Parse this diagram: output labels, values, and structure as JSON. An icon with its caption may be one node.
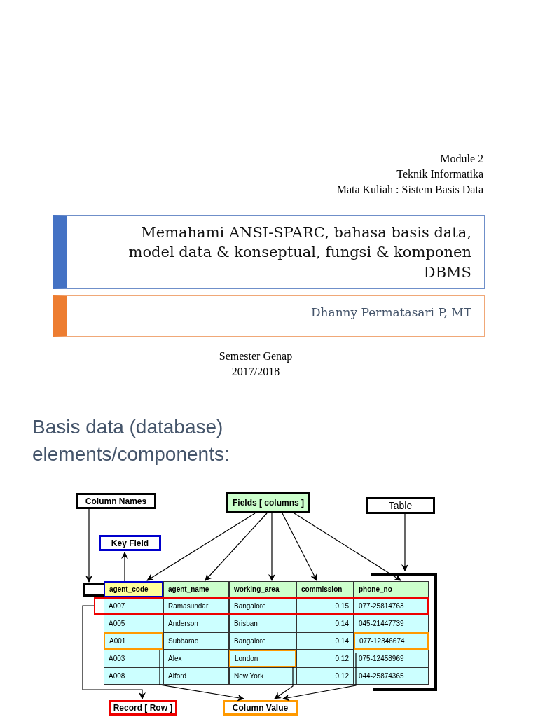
{
  "diagram": {
    "nodes": [
      {
        "text": [
          "Memahami ANSI-SPARC, bahasa basis data, model data & konseptual, fungsi & komponen DBMS"
        ]
      },
      {
        "text": [
          "Dhanny Permatasari P, MT"
        ]
      },
      {
        "text": [
          "Column Names"
        ]
      },
      {
        "text": [
          "Fields [ columns ]"
        ]
      },
      {
        "text": [
          "Table"
        ]
      },
      {
        "text": [
          "Key Field"
        ]
      },
      {
        "text": [],
        "shape": "box"
      },
      {
        "text": [],
        "shape": "box",
        "in": 6
      },
      {
        "text": [
          "agent_code"
        ],
        "in": 7
      },
      {
        "text": [
          "agent_name"
        ],
        "in": 7
      },
      {
        "text": [
          "working_area"
        ],
        "in": 7
      },
      {
        "text": [
          "commission"
        ],
        "in": 7
      },
      {
        "text": [
          "phone_no"
        ],
        "in": 7
      },
      {
        "text": [],
        "shape": "box",
        "in": 6
      },
      {
        "text": [
          "A001"
        ],
        "in": 6
      },
      {
        "text": [
          "London"
        ],
        "in": 6
      },
      {
        "text": [
          "077-12346674"
        ],
        "in": 6
      },
      {
        "text": [
          "Record [ Row ]"
        ]
      },
      {
        "text": [
          "Column Value"
        ]
      }
    ],
    "edges": [
      {
        "from": 2,
        "to": 7,
        "arrow": "to"
      },
      {
        "from": 3,
        "to": 8,
        "arrow": "to"
      },
      {
        "from": 3,
        "to": 9,
        "arrow": "to"
      },
      {
        "from": 3,
        "to": 10,
        "arrow": "to"
      },
      {
        "from": 3,
        "to": 11,
        "arrow": "to"
      },
      {
        "from": 3,
        "to": 12,
        "arrow": "to"
      },
      {
        "from": 4,
        "to": 6,
        "arrow": "to"
      },
      {
        "from": 8,
        "to": 5,
        "arrow": "to"
      },
      {
        "from": 13,
        "to": 17,
        "arrow": "to"
      },
      {
        "from": 14,
        "to": 18,
        "arrow": "to"
      },
      {
        "from": 15,
        "to": 18,
        "arrow": "to"
      },
      {
        "from": 16,
        "to": 18,
        "arrow": "to"
      }
    ],
    "labels": [
      "Module 2",
      "Teknik Informatika",
      "Mata Kuliah : Sistem Basis Data",
      "Semester Genap 2017/2018",
      "Basis data (database) elements/components:",
      "A007",
      "Ramasundar",
      "Bangalore",
      "0.15",
      "077-25814763",
      "A005",
      "Anderson",
      "Brisban",
      "0.14",
      "045-21447739",
      "Subbarao",
      "Bangalore",
      "0.14",
      "A003",
      "Alex",
      "0.12",
      "075-12458969",
      "A008",
      "Alford",
      "New York",
      "0.12",
      "044-25874365"
    ]
  }
}
